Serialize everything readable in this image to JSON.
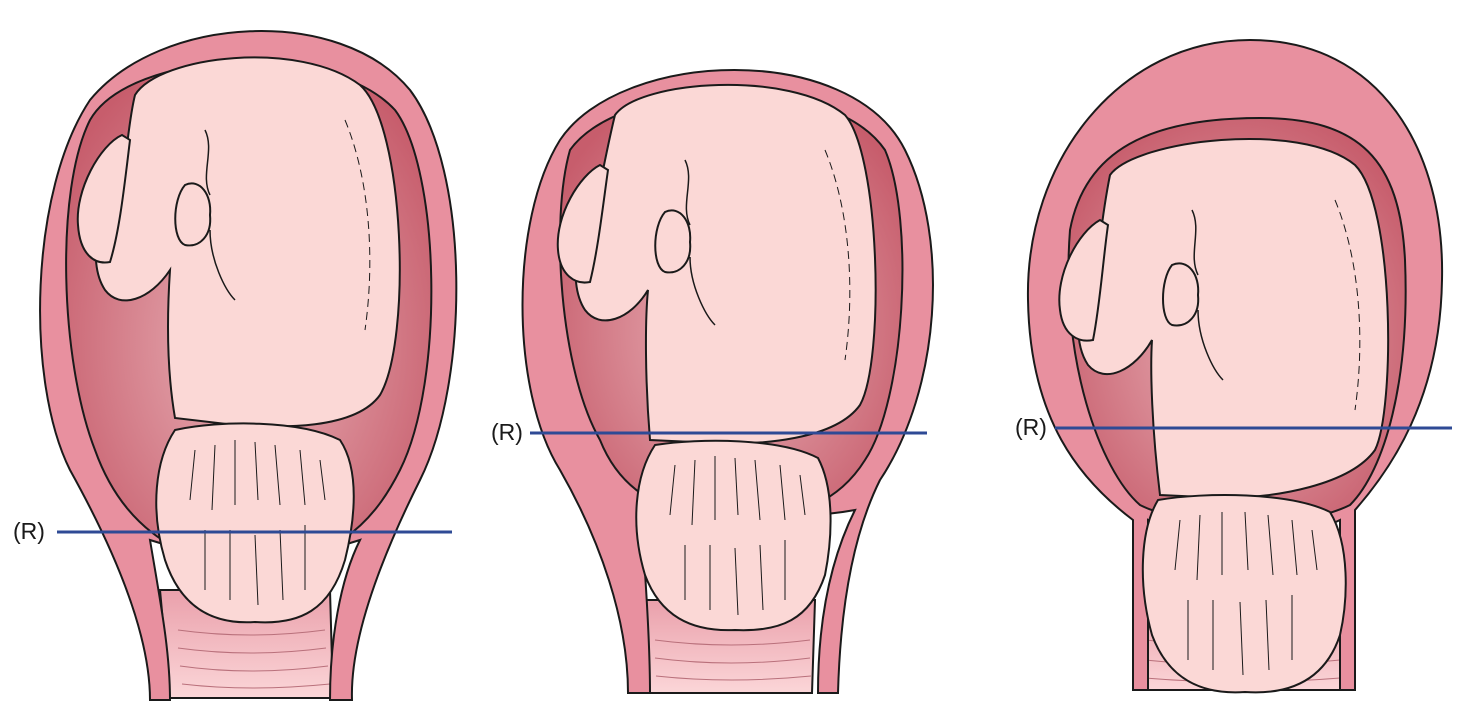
{
  "colors": {
    "wall": "#e8909f",
    "wall_dark": "#d2727f",
    "cavity": "#c9606f",
    "cavity_light": "#e7a9b1",
    "skin": "#fbd8d6",
    "outline": "#1a1a1a",
    "ring": "#2e4a95",
    "canal": "#f6c2c6"
  },
  "panels": [
    {
      "ring_label": "(R)"
    },
    {
      "ring_label": "(R)"
    },
    {
      "ring_label": "(R)"
    }
  ]
}
